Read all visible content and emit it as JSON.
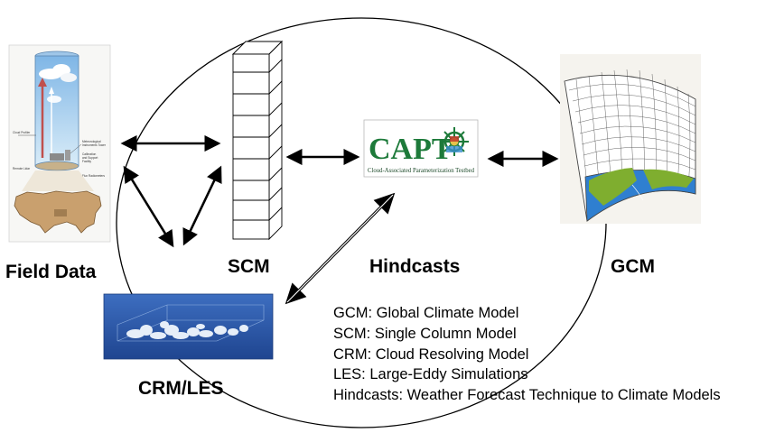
{
  "labels": {
    "field_data": "Field Data",
    "scm": "SCM",
    "hindcasts": "Hindcasts",
    "gcm": "GCM",
    "crm_les": "CRM/LES"
  },
  "capt_logo": {
    "title": "CAPT",
    "subtitle": "Cloud-Associated Parameterization Testbed"
  },
  "legend": [
    "GCM: Global Climate Model",
    "SCM: Single Column Model",
    "CRM: Cloud Resolving Model",
    "LES: Large-Eddy Simulations",
    "Hindcasts: Weather Forecast Technique to Climate Models"
  ],
  "colors": {
    "capt_green": "#1d7a3a",
    "crm_blue": "#2d5aa8",
    "globe_land": "#7fae2f",
    "globe_ocean": "#2f7fd0"
  },
  "icons": {
    "capt": "ship-wheel-icon",
    "field_data": "atmospheric-column-over-us-map-icon",
    "gcm": "gridded-globe-sector-icon"
  }
}
